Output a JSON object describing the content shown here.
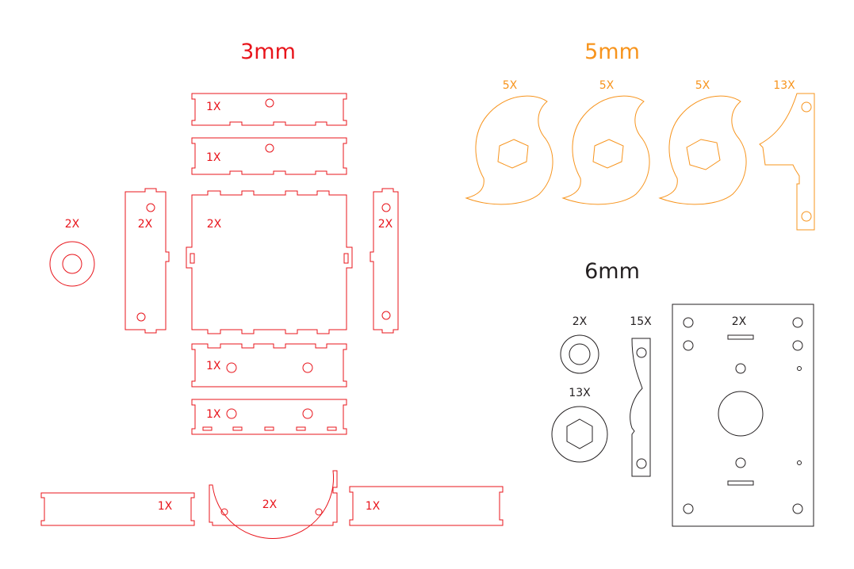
{
  "colors": {
    "mm3": "#e8141b",
    "mm5": "#f7941d",
    "mm6": "#231f20"
  },
  "headings": {
    "mm3": "3mm",
    "mm5": "5mm",
    "mm6": "6mm"
  },
  "labels_3mm": {
    "washer": "2X",
    "side_left": "2X",
    "front_panel": "2X",
    "side_right": "2X",
    "top_plate_1": "1X",
    "top_plate_2": "1X",
    "bottom_plate_1": "1X",
    "bottom_plate_2": "1X",
    "long_left": "1X",
    "cradle": "2X",
    "long_right": "1X"
  },
  "labels_5mm": {
    "hook_1": "5X",
    "hook_2": "5X",
    "hook_3": "5X",
    "arm": "13X"
  },
  "labels_6mm": {
    "spacer": "2X",
    "hex_washer": "13X",
    "arm": "15X",
    "base_plate": "2X"
  }
}
